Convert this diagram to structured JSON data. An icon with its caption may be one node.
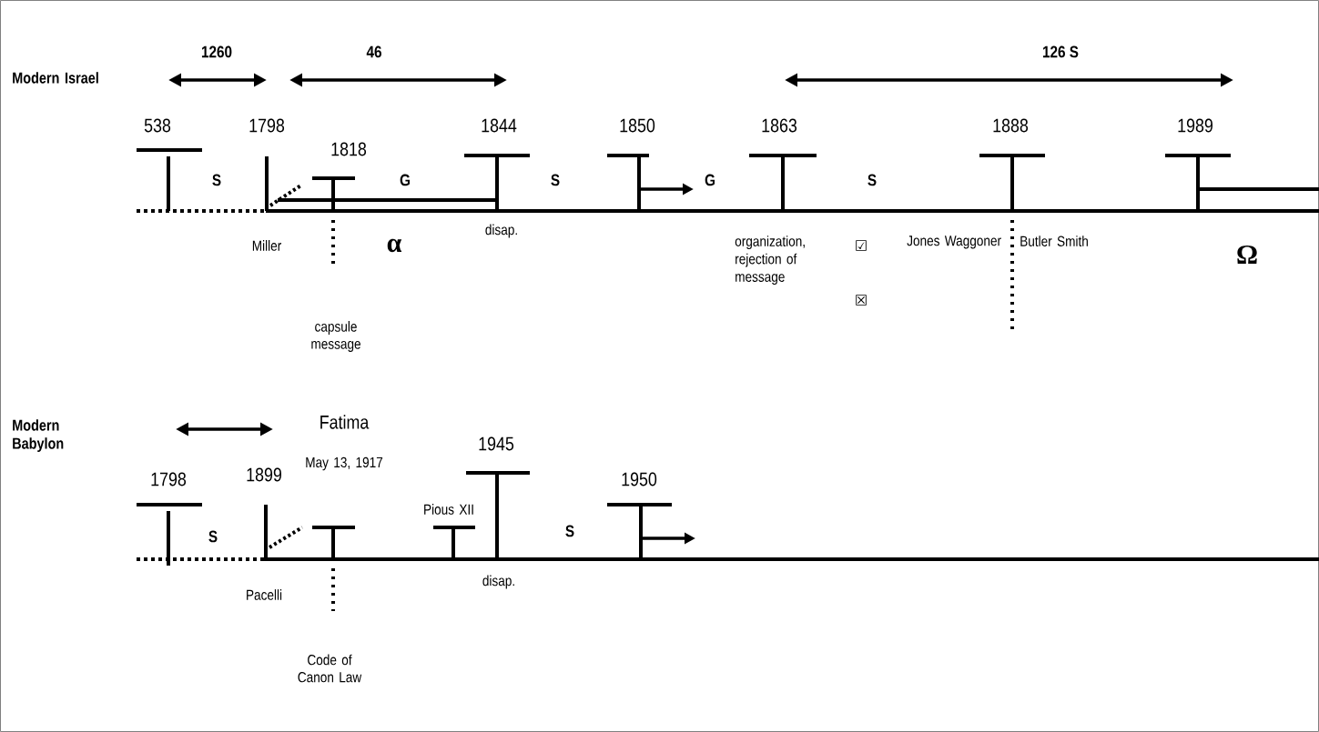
{
  "diagram": {
    "labels": [
      "Modern Israel",
      "1260",
      "46",
      "126 S",
      "538",
      "1798",
      "1818",
      "1844",
      "1850",
      "1863",
      "1888",
      "1989",
      "S",
      "G",
      "S",
      "G",
      "S",
      "Miller",
      "α",
      "disap.",
      "capsule message",
      "organization, rejection of message",
      "☑",
      "☒",
      "Jones Waggoner",
      "Butler Smith",
      "Ω",
      "Modern Babylon",
      "Fatima",
      "May 13, 1917",
      "1798",
      "1899",
      "Pious XII",
      "1945",
      "1950",
      "S",
      "S",
      "Pacelli",
      "disap.",
      "Code of Canon Law"
    ]
  }
}
